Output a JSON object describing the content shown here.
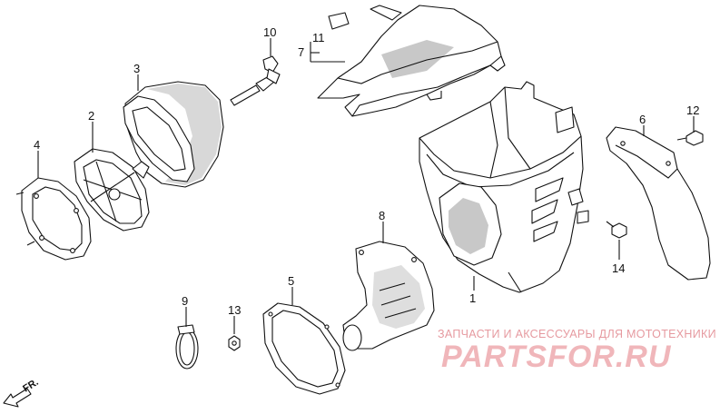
{
  "labels": {
    "p1": "1",
    "p2": "2",
    "p3": "3",
    "p4": "4",
    "p5": "5",
    "p6": "6",
    "p7": "7",
    "p8": "8",
    "p9": "9",
    "p10": "10",
    "p11": "11",
    "p12": "12",
    "p13": "13",
    "p14": "14"
  },
  "direction": "FR.",
  "watermark": {
    "tagline": "ЗАПЧАСТИ И АКСЕССУАРЫ ДЛЯ МОТОТЕХНИКИ",
    "logo": "PARTSFOR.RU"
  }
}
